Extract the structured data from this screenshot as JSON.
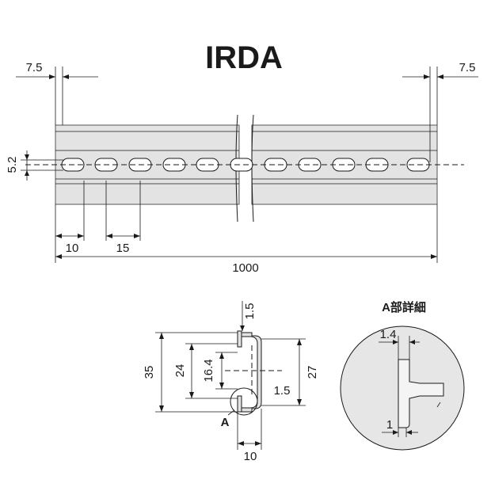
{
  "title": "IRDA",
  "colors": {
    "rail_fill": "#e3e3e3",
    "rail_stroke": "#555555",
    "detail_fill": "#e6e6e6",
    "line": "#1a1a1a"
  },
  "top_view": {
    "dim_left_margin": "7.5",
    "dim_right_margin": "7.5",
    "dim_slot_height": "5.2",
    "dim_slot_edge": "10",
    "dim_slot_pitch": "15",
    "dim_total_length": "1000",
    "slot_count": 11
  },
  "section": {
    "dim_top_flange": "1.5",
    "dim_height_outer": "35",
    "dim_height_inner": "24",
    "dim_center": "16.4",
    "dim_flange_thickness": "1.5",
    "dim_height_right": "27",
    "dim_width": "10",
    "callout_label": "A"
  },
  "detail": {
    "title": "A部詳細",
    "dim_tip": "1.4",
    "dim_web": "1"
  }
}
